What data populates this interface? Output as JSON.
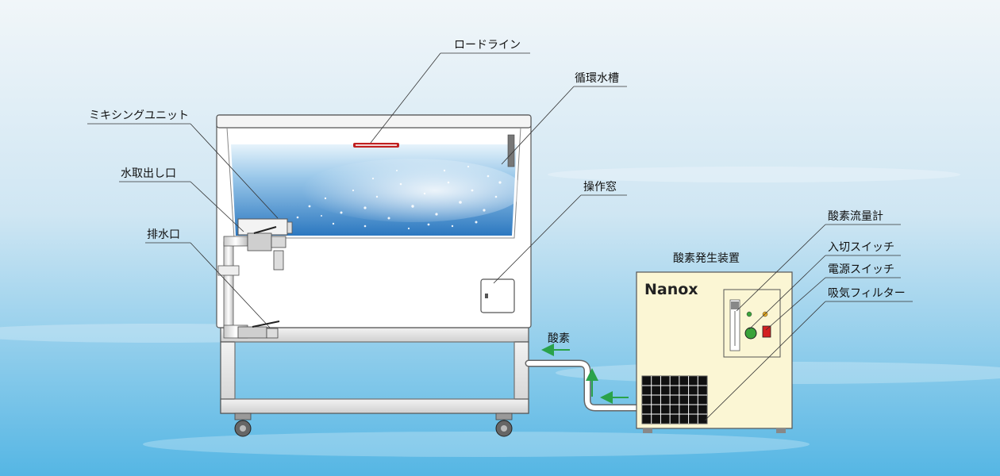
{
  "labels": {
    "load_line": "ロードライン",
    "circulation_tank": "循環水槽",
    "mixing_unit": "ミキシングユニット",
    "water_outlet": "水取出し口",
    "operation_window": "操作窓",
    "drain_port": "排水口",
    "oxygen_flowmeter": "酸素流量計",
    "oxygen_generator": "酸素発生装置",
    "power_on_off_switch": "入切スイッチ",
    "main_power_switch": "電源スイッチ",
    "intake_filter": "吸気フィルター",
    "oxygen": "酸素"
  },
  "brand": "Nanox",
  "colors": {
    "water_top": "#dceefb",
    "water_bottom": "#2f7fc4",
    "tank_body": "#ffffff",
    "device_body": "#fbf6d4",
    "arrow": "#2aa24a",
    "background_top": "#eef4f8",
    "background_bottom": "#59b9e6"
  }
}
